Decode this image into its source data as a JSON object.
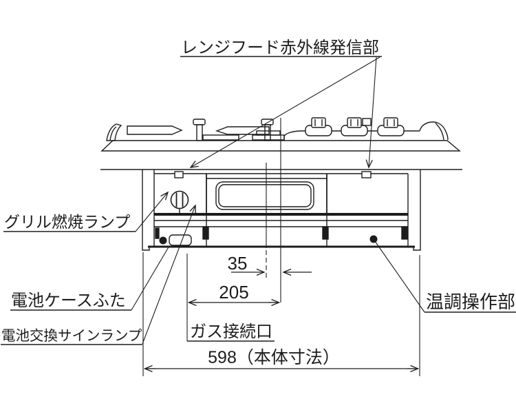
{
  "diagram": {
    "type": "appliance-front-view-installation-diagram",
    "background": "#ffffff",
    "line_color": "#1c1c1c",
    "callouts": {
      "range_hood_ir": "レンジフード赤外線発信部",
      "grill_burn_lamp": "グリル燃焼ランプ",
      "battery_case_lid": "電池ケースふた",
      "battery_change_lamp": "電池交換サインランプ",
      "temp_control": "温調操作部",
      "gas_connection": "ガス接続口"
    },
    "dimensions_mm": {
      "offset_35": "35",
      "offset_205": "205",
      "body_width": "598（本体寸法）"
    }
  }
}
